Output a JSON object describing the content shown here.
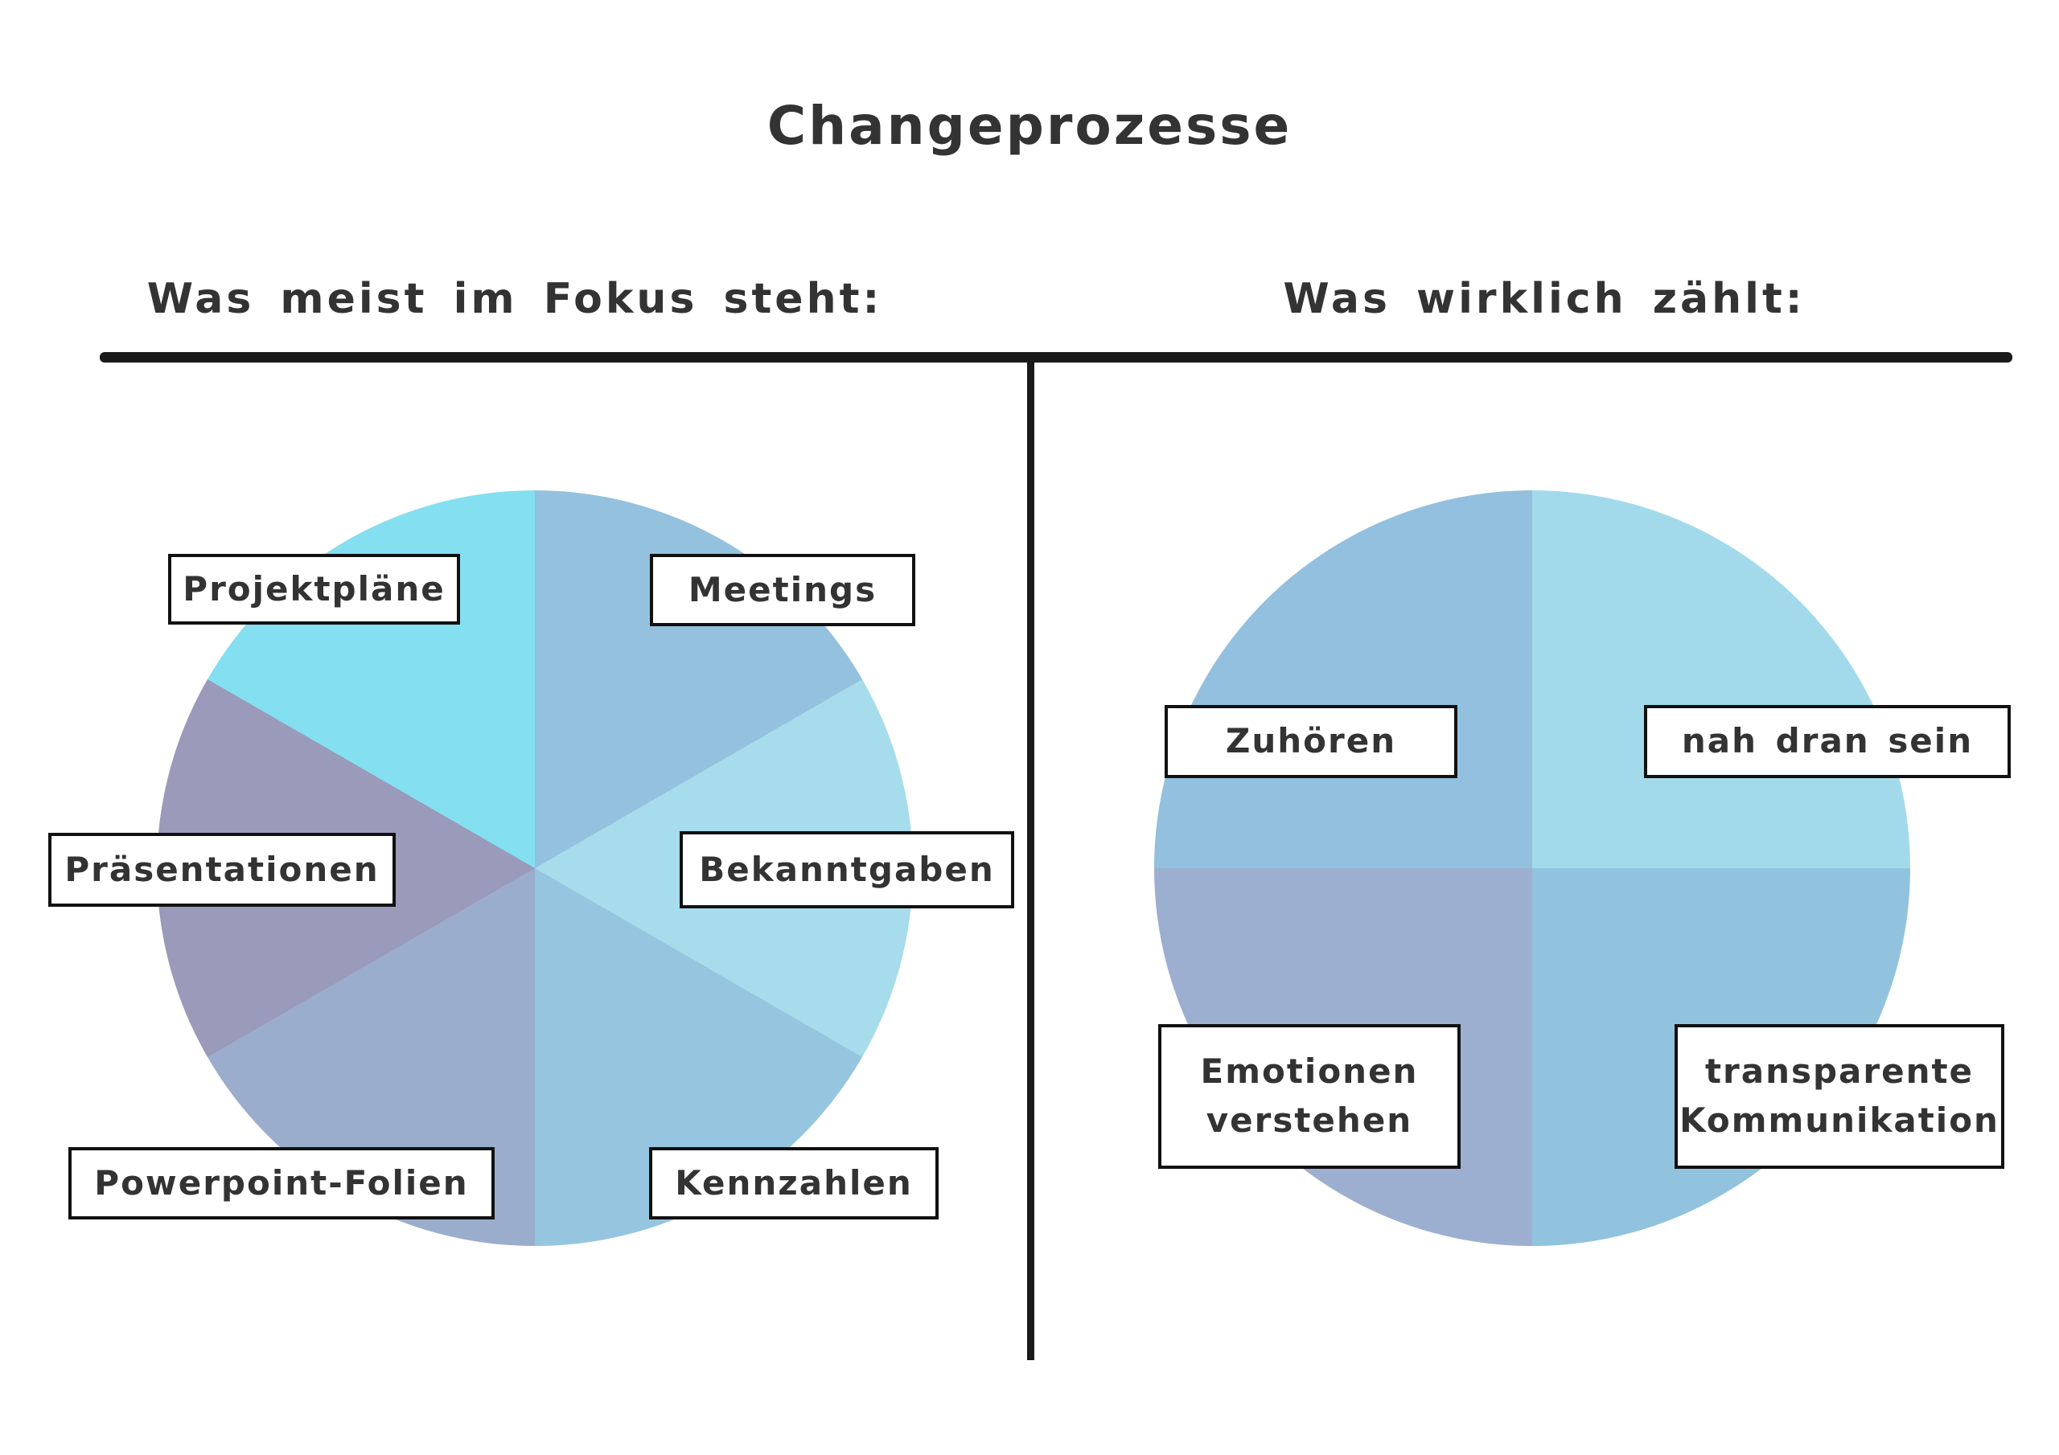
{
  "title": "Changeprozesse",
  "panels": {
    "left": {
      "heading": "Was meist im Fokus steht:"
    },
    "right": {
      "heading": "Was wirklich zählt:"
    }
  },
  "divider_color": "#1a1a1a",
  "text_color": "#333333",
  "label_box_style": {
    "background": "#ffffff",
    "border_color": "#111111"
  },
  "chart_data": [
    {
      "type": "pie",
      "title": "Was meist im Fokus steht:",
      "legend_position": "labels-on-chart",
      "slices": [
        {
          "label": "Meetings",
          "value": 1,
          "fraction": "1/6",
          "color": "#94c1de",
          "start_deg": 0,
          "end_deg": 60
        },
        {
          "label": "Bekanntgaben",
          "value": 1,
          "fraction": "1/6",
          "color": "#a6dcec",
          "start_deg": 60,
          "end_deg": 120
        },
        {
          "label": "Kennzahlen",
          "value": 1,
          "fraction": "1/6",
          "color": "#96c5df",
          "start_deg": 120,
          "end_deg": 180
        },
        {
          "label": "Powerpoint-Folien",
          "value": 1,
          "fraction": "1/6",
          "color": "#9badcd",
          "start_deg": 180,
          "end_deg": 240
        },
        {
          "label": "Präsentationen",
          "value": 1,
          "fraction": "1/6",
          "color": "#9a9aba",
          "start_deg": 240,
          "end_deg": 300
        },
        {
          "label": "Projektpläne",
          "value": 1,
          "fraction": "1/6",
          "color": "#84dff0",
          "start_deg": 300,
          "end_deg": 360
        }
      ]
    },
    {
      "type": "pie",
      "title": "Was wirklich zählt:",
      "legend_position": "labels-on-chart",
      "slices": [
        {
          "label": "nah dran sein",
          "value": 1,
          "fraction": "1/4",
          "color": "#a3daeb",
          "start_deg": 0,
          "end_deg": 90
        },
        {
          "label": "transparente Kommunikation",
          "value": 1,
          "fraction": "1/4",
          "color": "#91c3de",
          "start_deg": 90,
          "end_deg": 180
        },
        {
          "label": "Emotionen verstehen",
          "value": 1,
          "fraction": "1/4",
          "color": "#9dafd0",
          "start_deg": 180,
          "end_deg": 270
        },
        {
          "label": "Zuhören",
          "value": 1,
          "fraction": "1/4",
          "color": "#92c0de",
          "start_deg": 270,
          "end_deg": 360
        }
      ]
    }
  ]
}
